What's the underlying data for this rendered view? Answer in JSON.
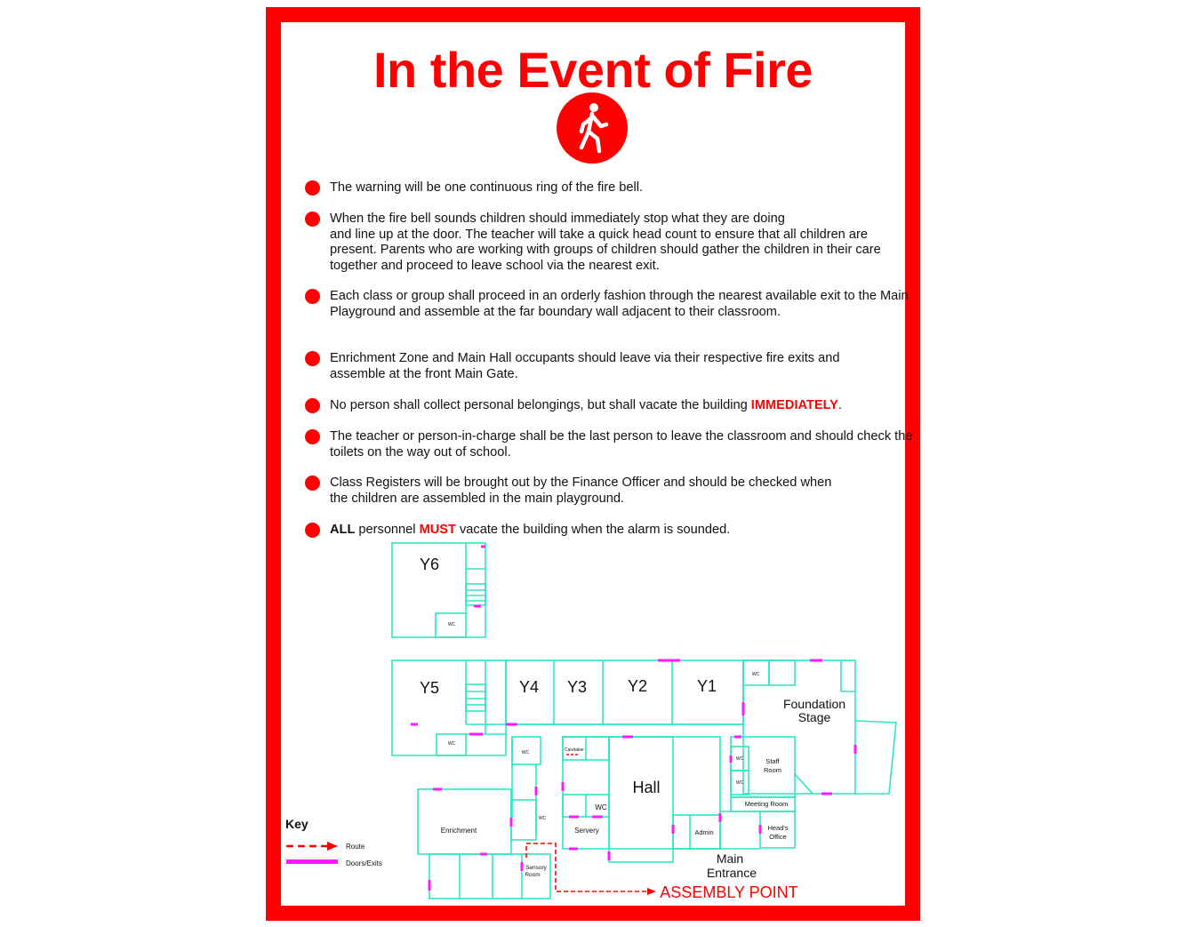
{
  "title": "In the Event of Fire",
  "icons": {
    "walk_sign": "walking-person-icon",
    "bullet": "red-dot-bullet"
  },
  "colors": {
    "border": "#ff0000",
    "accent": "#ff0000",
    "walls": "#2ee6c2",
    "doors": "#ff1aff",
    "route": "#ff0000"
  },
  "rules": [
    {
      "text": "The warning will be one continuous ring of the fire bell."
    },
    {
      "first_line": "When the fire bell sounds children should immediately stop what they are doing",
      "rest": "and line up at the door. The teacher will take a quick head count to ensure that all children are present. Parents who are working with groups of children should gather the children in their care together and proceed to leave school via the nearest exit."
    },
    {
      "text": "Each class or group shall proceed in an orderly fashion through the nearest available exit to the Main Playground and assemble at the far boundary wall adjacent to their classroom."
    },
    {
      "first_line": "Enrichment Zone and Main Hall occupants should leave via their respective fire exits and",
      "rest": "assemble at the front Main Gate."
    },
    {
      "before": "No person shall collect personal belongings, but shall vacate the building ",
      "emphasis": "IMMEDIATELY",
      "after": "."
    },
    {
      "text": "The teacher or person-in-charge shall be the last person to leave the classroom and should check the toilets on the way out of school."
    },
    {
      "first_line": "Class Registers will be brought out by the Finance Officer and should be checked when",
      "rest": "the children are assembled in the main playground."
    },
    {
      "part1": "ALL",
      "part2": " personnel ",
      "part3": "MUST",
      "part4": " vacate the building when the alarm is sounded."
    }
  ],
  "floor_plan": {
    "rooms": {
      "y6": "Y6",
      "y5": "Y5",
      "y4": "Y4",
      "y3": "Y3",
      "y2": "Y2",
      "y1": "Y1",
      "foundation_1": "Foundation",
      "foundation_2": "Stage",
      "hall": "Hall",
      "enrichment": "Enrichment",
      "servery": "Servery",
      "caretaker": "Caretaker",
      "staff_1": "Staff",
      "staff_2": "Room",
      "meeting": "Meeting Room",
      "heads_1": "Head's",
      "heads_2": "Office",
      "admin": "Admin",
      "sensory_1": "Sensory",
      "sensory_2": "Room",
      "wc": "WC",
      "main_entrance_1": "Main",
      "main_entrance_2": "Entrance"
    },
    "assembly_point": "ASSEMBLY POINT"
  },
  "key": {
    "title": "Key",
    "route": "Route",
    "doors": "Doors/Exits"
  }
}
